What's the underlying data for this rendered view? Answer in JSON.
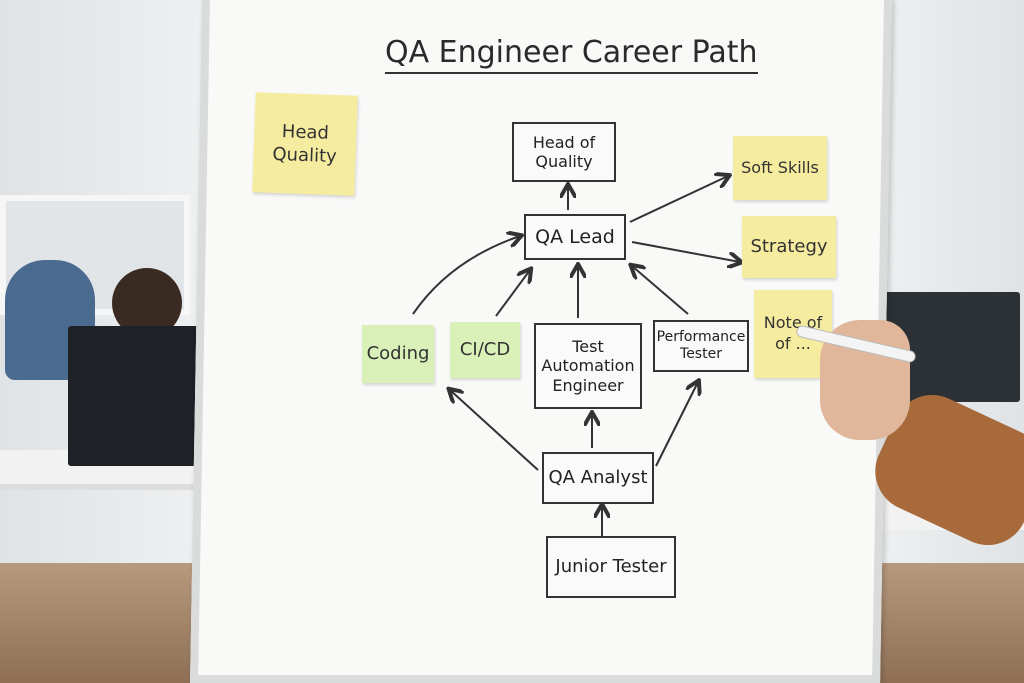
{
  "title": "QA Engineer Career Path",
  "boxes": {
    "head_of_quality": "Head of Quality",
    "qa_lead": "QA Lead",
    "test_automation": "Test Automation Engineer",
    "performance": "Performance Tester",
    "qa_analyst": "QA Analyst",
    "junior": "Junior Tester"
  },
  "notes": {
    "head_quality": "Head Quality",
    "soft_skills": "Soft Skills",
    "strategy": "Strategy",
    "note_of": "Note of of ...",
    "coding": "Coding",
    "cicd": "CI/CD"
  }
}
